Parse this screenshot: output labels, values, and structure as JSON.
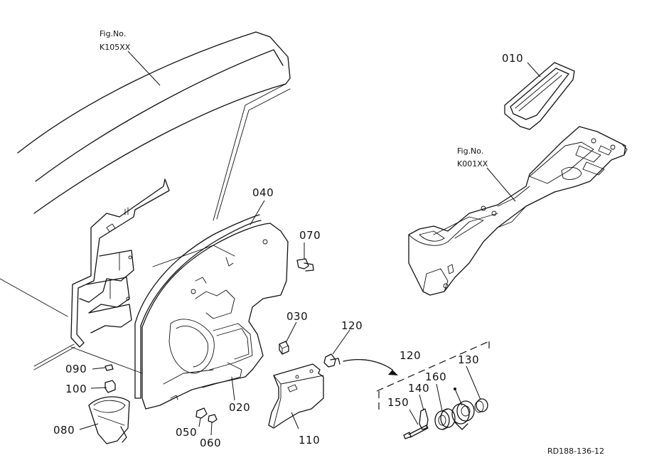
{
  "figure_refs": [
    {
      "fig": "Fig.No.",
      "code": "K105XX"
    },
    {
      "fig": "Fig.No.",
      "code": "K001XX"
    }
  ],
  "parts": [
    "010",
    "030",
    "040",
    "050",
    "060",
    "070",
    "080",
    "090",
    "100",
    "110",
    "120",
    "120",
    "130",
    "140",
    "150",
    "160",
    "020"
  ],
  "drawing_code": "RD188-136-12"
}
